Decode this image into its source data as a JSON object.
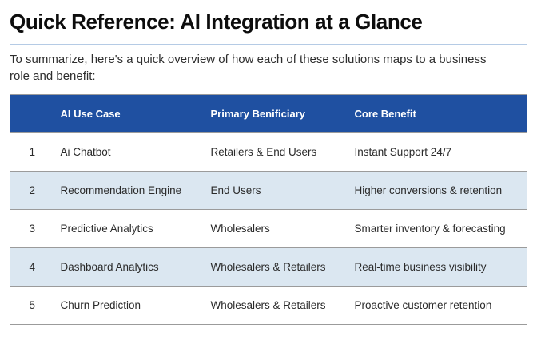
{
  "page": {
    "title": "Quick Reference: AI Integration at a Glance",
    "intro": "To summarize, here's a quick overview of how each of these solutions maps to a business role and benefit:"
  },
  "colors": {
    "header_bg": "#1f50a1",
    "header_text": "#ffffff",
    "stripe_row_bg": "#dbe7f1",
    "divider": "#b5cbe5",
    "table_border": "#9b9b9b",
    "body_text": "#2e2e2e"
  },
  "table": {
    "columns": [
      "",
      "AI Use Case",
      "Primary Benificiary",
      "Core Benefit"
    ],
    "rows": [
      {
        "num": "1",
        "use_case": "Ai Chatbot",
        "beneficiary": "Retailers & End Users",
        "benefit": "Instant Support 24/7"
      },
      {
        "num": "2",
        "use_case": "Recommendation Engine",
        "beneficiary": "End Users",
        "benefit": "Higher conversions & retention"
      },
      {
        "num": "3",
        "use_case": "Predictive Analytics",
        "beneficiary": "Wholesalers",
        "benefit": "Smarter inventory & forecasting"
      },
      {
        "num": "4",
        "use_case": "Dashboard Analytics",
        "beneficiary": "Wholesalers & Retailers",
        "benefit": "Real-time business visibility"
      },
      {
        "num": "5",
        "use_case": "Churn Prediction",
        "beneficiary": "Wholesalers & Retailers",
        "benefit": "Proactive customer retention"
      }
    ]
  }
}
